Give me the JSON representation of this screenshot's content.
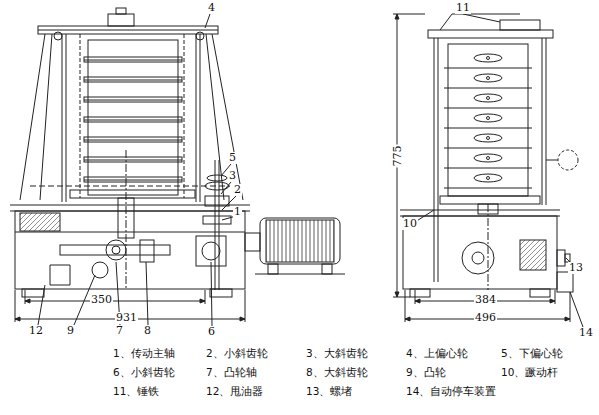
{
  "diagram": {
    "labels": [
      "4",
      "5",
      "3",
      "2",
      "1",
      "12",
      "9",
      "7",
      "8",
      "6",
      "350",
      "931",
      "11",
      "775",
      "10",
      "13",
      "384",
      "496",
      "14",
      "1、传动主轴",
      "2、小斜齿轮",
      "3、大斜齿轮",
      "4、上偏心轮",
      "5、下偏心轮",
      "6、小斜齿轮",
      "7、凸轮轴",
      "8、大斜齿轮",
      "9、凸轮",
      "10、蹶动杆",
      "11、锤铁",
      "12、甩油器",
      "13、螺堵",
      "14、自动停车装置"
    ]
  }
}
